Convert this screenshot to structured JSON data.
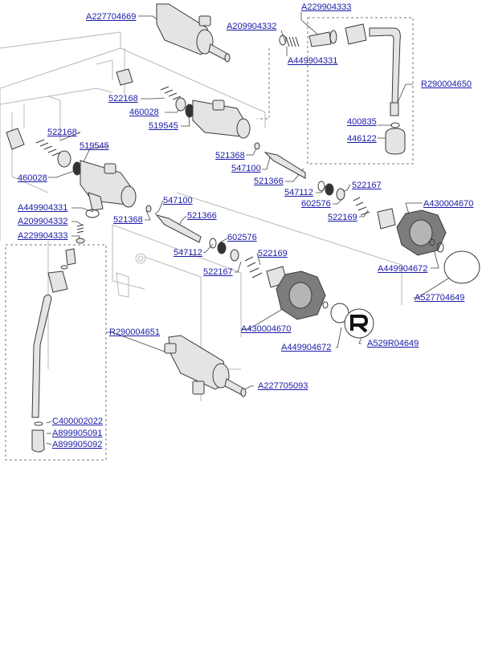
{
  "colors": {
    "label_text": "#1a1aa8",
    "leader_line": "#444444",
    "frame_line": "#b9b9b9",
    "part_stroke": "#3a3a3a",
    "part_fill": "#e4e4e4",
    "knob_fill": "#7c7c7c"
  },
  "icons": {
    "logo": "R-letter-badge-icon"
  },
  "labels": [
    {
      "id": "A227704669",
      "text": "A227704669"
    },
    {
      "id": "A229904333_top",
      "text": "A229904333"
    },
    {
      "id": "A209904332_top",
      "text": "A209904332"
    },
    {
      "id": "A449904331_top",
      "text": "A449904331"
    },
    {
      "id": "R290004650",
      "text": "R290004650"
    },
    {
      "id": "522168_mid",
      "text": "522168"
    },
    {
      "id": "460028_mid",
      "text": "460028"
    },
    {
      "id": "519545_mid",
      "text": "519545"
    },
    {
      "id": "400835",
      "text": "400835"
    },
    {
      "id": "446122",
      "text": "446122"
    },
    {
      "id": "522168_left",
      "text": "522168"
    },
    {
      "id": "519545_left",
      "text": "519545"
    },
    {
      "id": "521368_top",
      "text": "521368"
    },
    {
      "id": "547100_top",
      "text": "547100"
    },
    {
      "id": "460028_left",
      "text": "460028"
    },
    {
      "id": "521366_top",
      "text": "521366"
    },
    {
      "id": "547112_top",
      "text": "547112"
    },
    {
      "id": "522167_top",
      "text": "522167"
    },
    {
      "id": "602576_top",
      "text": "602576"
    },
    {
      "id": "522169_top",
      "text": "522169"
    },
    {
      "id": "A430004670_top",
      "text": "A430004670"
    },
    {
      "id": "547100_bot",
      "text": "547100"
    },
    {
      "id": "A449904331_bot",
      "text": "A449904331"
    },
    {
      "id": "A209904332_bot",
      "text": "A209904332"
    },
    {
      "id": "521366_bot",
      "text": "521366"
    },
    {
      "id": "521368_bot",
      "text": "521368"
    },
    {
      "id": "A229904333_bot",
      "text": "A229904333"
    },
    {
      "id": "602576_bot",
      "text": "602576"
    },
    {
      "id": "A449904672_top",
      "text": "A449904672"
    },
    {
      "id": "547112_bot",
      "text": "547112"
    },
    {
      "id": "522169_bot",
      "text": "522169"
    },
    {
      "id": "522167_bot",
      "text": "522167"
    },
    {
      "id": "A527704649",
      "text": "A527704649"
    },
    {
      "id": "A430004670_bot",
      "text": "A430004670"
    },
    {
      "id": "R290004651",
      "text": "R290004651"
    },
    {
      "id": "A449904672_bot",
      "text": "A449904672"
    },
    {
      "id": "A529R04649",
      "text": "A529R04649"
    },
    {
      "id": "A227705093",
      "text": "A227705093"
    },
    {
      "id": "C400002022",
      "text": "C400002022"
    },
    {
      "id": "A899905091",
      "text": "A899905091"
    },
    {
      "id": "A899905092",
      "text": "A899905092"
    }
  ]
}
